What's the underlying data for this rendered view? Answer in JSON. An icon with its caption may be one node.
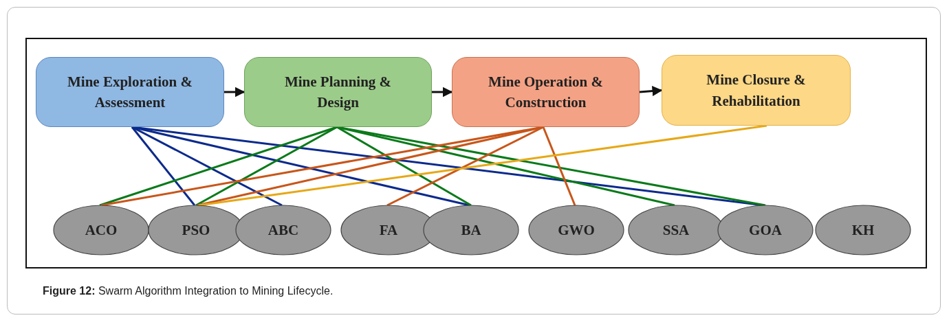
{
  "diagram": {
    "caption": "**Figure 12:** Swarm Algorithm Integration to Mining Lifecycle.",
    "nodes": [
      {
        "text": [
          "Mine Exploration & Assessment"
        ]
      },
      {
        "text": [
          "Mine Planning & Design"
        ]
      },
      {
        "text": [
          "Mine Operation & Construction"
        ]
      },
      {
        "text": [
          "Mine Closure & Rehabilitation"
        ]
      },
      {
        "text": [
          "ACO"
        ]
      },
      {
        "text": [
          "PSO"
        ]
      },
      {
        "text": [
          "ABC"
        ]
      },
      {
        "text": [
          "FA"
        ]
      },
      {
        "text": [
          "BA"
        ]
      },
      {
        "text": [
          "GWO"
        ]
      },
      {
        "text": [
          "SSA"
        ]
      },
      {
        "text": [
          "GOA"
        ]
      },
      {
        "text": [
          "KH"
        ]
      }
    ],
    "edges": [
      {
        "from": 0,
        "to": 1,
        "arrow": "to",
        "color": "#111111"
      },
      {
        "from": 1,
        "to": 2,
        "arrow": "to",
        "color": "#111111"
      },
      {
        "from": 2,
        "to": 3,
        "arrow": "to",
        "color": "#111111"
      },
      {
        "from": 0,
        "to": 5,
        "arrow": "none",
        "color": "#0b2a8c"
      },
      {
        "from": 0,
        "to": 6,
        "arrow": "none",
        "color": "#0b2a8c"
      },
      {
        "from": 0,
        "to": 8,
        "arrow": "none",
        "color": "#0b2a8c"
      },
      {
        "from": 0,
        "to": 11,
        "arrow": "none",
        "color": "#0b2a8c"
      },
      {
        "from": 1,
        "to": 4,
        "arrow": "none",
        "color": "#0a7a1a"
      },
      {
        "from": 1,
        "to": 5,
        "arrow": "none",
        "color": "#0a7a1a"
      },
      {
        "from": 1,
        "to": 8,
        "arrow": "none",
        "color": "#0a7a1a"
      },
      {
        "from": 1,
        "to": 10,
        "arrow": "none",
        "color": "#0a7a1a"
      },
      {
        "from": 1,
        "to": 11,
        "arrow": "none",
        "color": "#0a7a1a"
      },
      {
        "from": 2,
        "to": 4,
        "arrow": "none",
        "color": "#c8561a"
      },
      {
        "from": 2,
        "to": 5,
        "arrow": "none",
        "color": "#c8561a"
      },
      {
        "from": 2,
        "to": 7,
        "arrow": "none",
        "color": "#c8561a"
      },
      {
        "from": 2,
        "to": 9,
        "arrow": "none",
        "color": "#c8561a"
      },
      {
        "from": 3,
        "to": 5,
        "arrow": "none",
        "color": "#e6a817"
      }
    ]
  }
}
